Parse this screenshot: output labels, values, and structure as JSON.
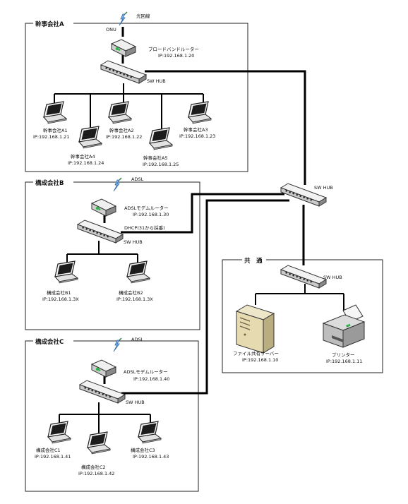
{
  "groups": {
    "a": {
      "title": "幹事会社A"
    },
    "b": {
      "title": "構成会社B"
    },
    "c": {
      "title": "構成会社C"
    },
    "common": {
      "title": "共　通"
    }
  },
  "links": {
    "fiber": "光回線",
    "onu": "ONU",
    "adsl_b": "ADSL",
    "adsl_c": "ADSL",
    "dhcp_note": "DHCP(31から採番)"
  },
  "routers": {
    "a": {
      "name": "ブロードバンドルーター",
      "ip": "IP:192.168.1.20"
    },
    "b": {
      "name": "ADSLモデムルーター",
      "ip": "IP:192.168.1.30"
    },
    "c": {
      "name": "ADSLモデムルーター",
      "ip": "IP:192.168.1.40"
    }
  },
  "hubs": {
    "a": "SW HUB",
    "b": "SW HUB",
    "c": "SW HUB",
    "core": "SW HUB",
    "common": "SW HUB"
  },
  "pcs": {
    "a1": {
      "name": "幹事会社A1",
      "ip": "IP:192.168.1.21"
    },
    "a2": {
      "name": "幹事会社A2",
      "ip": "IP:192.168.1.22"
    },
    "a3": {
      "name": "幹事会社A3",
      "ip": "IP:192.168.1.23"
    },
    "a4": {
      "name": "幹事会社A4",
      "ip": "IP:192.168.1.24"
    },
    "a5": {
      "name": "幹事会社A5",
      "ip": "IP:192.168.1.25"
    },
    "b1": {
      "name": "構成会社B1",
      "ip": "IP:192.168.1.3X"
    },
    "b2": {
      "name": "構成会社B2",
      "ip": "IP:192.168.1.3X"
    },
    "c1": {
      "name": "構成会社C1",
      "ip": "IP:192.168.1.41"
    },
    "c2": {
      "name": "構成会社C2",
      "ip": "IP:192.168.1.42"
    },
    "c3": {
      "name": "構成会社C3",
      "ip": "IP:192.168.1.43"
    }
  },
  "server": {
    "name": "ファイル共有サーバー",
    "ip": "IP:192.168.1.10"
  },
  "printer": {
    "name": "プリンター",
    "ip": "IP:192.168.1.11"
  }
}
